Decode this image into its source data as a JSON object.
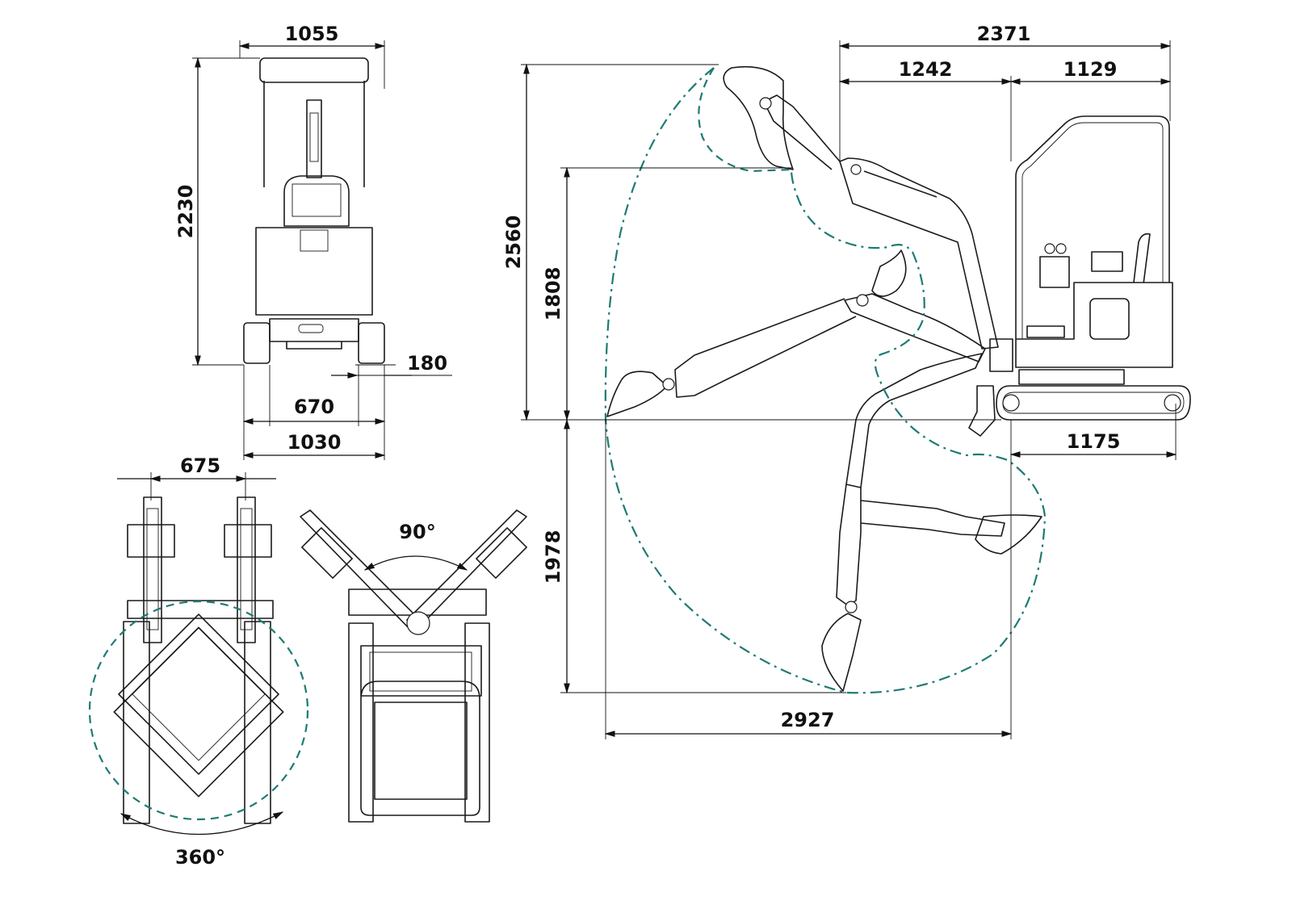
{
  "colors": {
    "envelope": "#1e7b74",
    "line": "#111111"
  },
  "front_view": {
    "overall_width": "1055",
    "height": "2230",
    "ground_clearance": "180",
    "track_gauge": "670",
    "track_width": "1030"
  },
  "top_views": {
    "boom_offset": "675",
    "rotation_angle": "360°",
    "boom_swing_angle": "90°"
  },
  "side_view": {
    "overall_length": "2371",
    "front_length": "1242",
    "rear_length": "1129",
    "max_dig_height": "2560",
    "max_dump_height": "1808",
    "max_dig_depth": "1978",
    "max_reach": "2927",
    "tail_length": "1175"
  }
}
